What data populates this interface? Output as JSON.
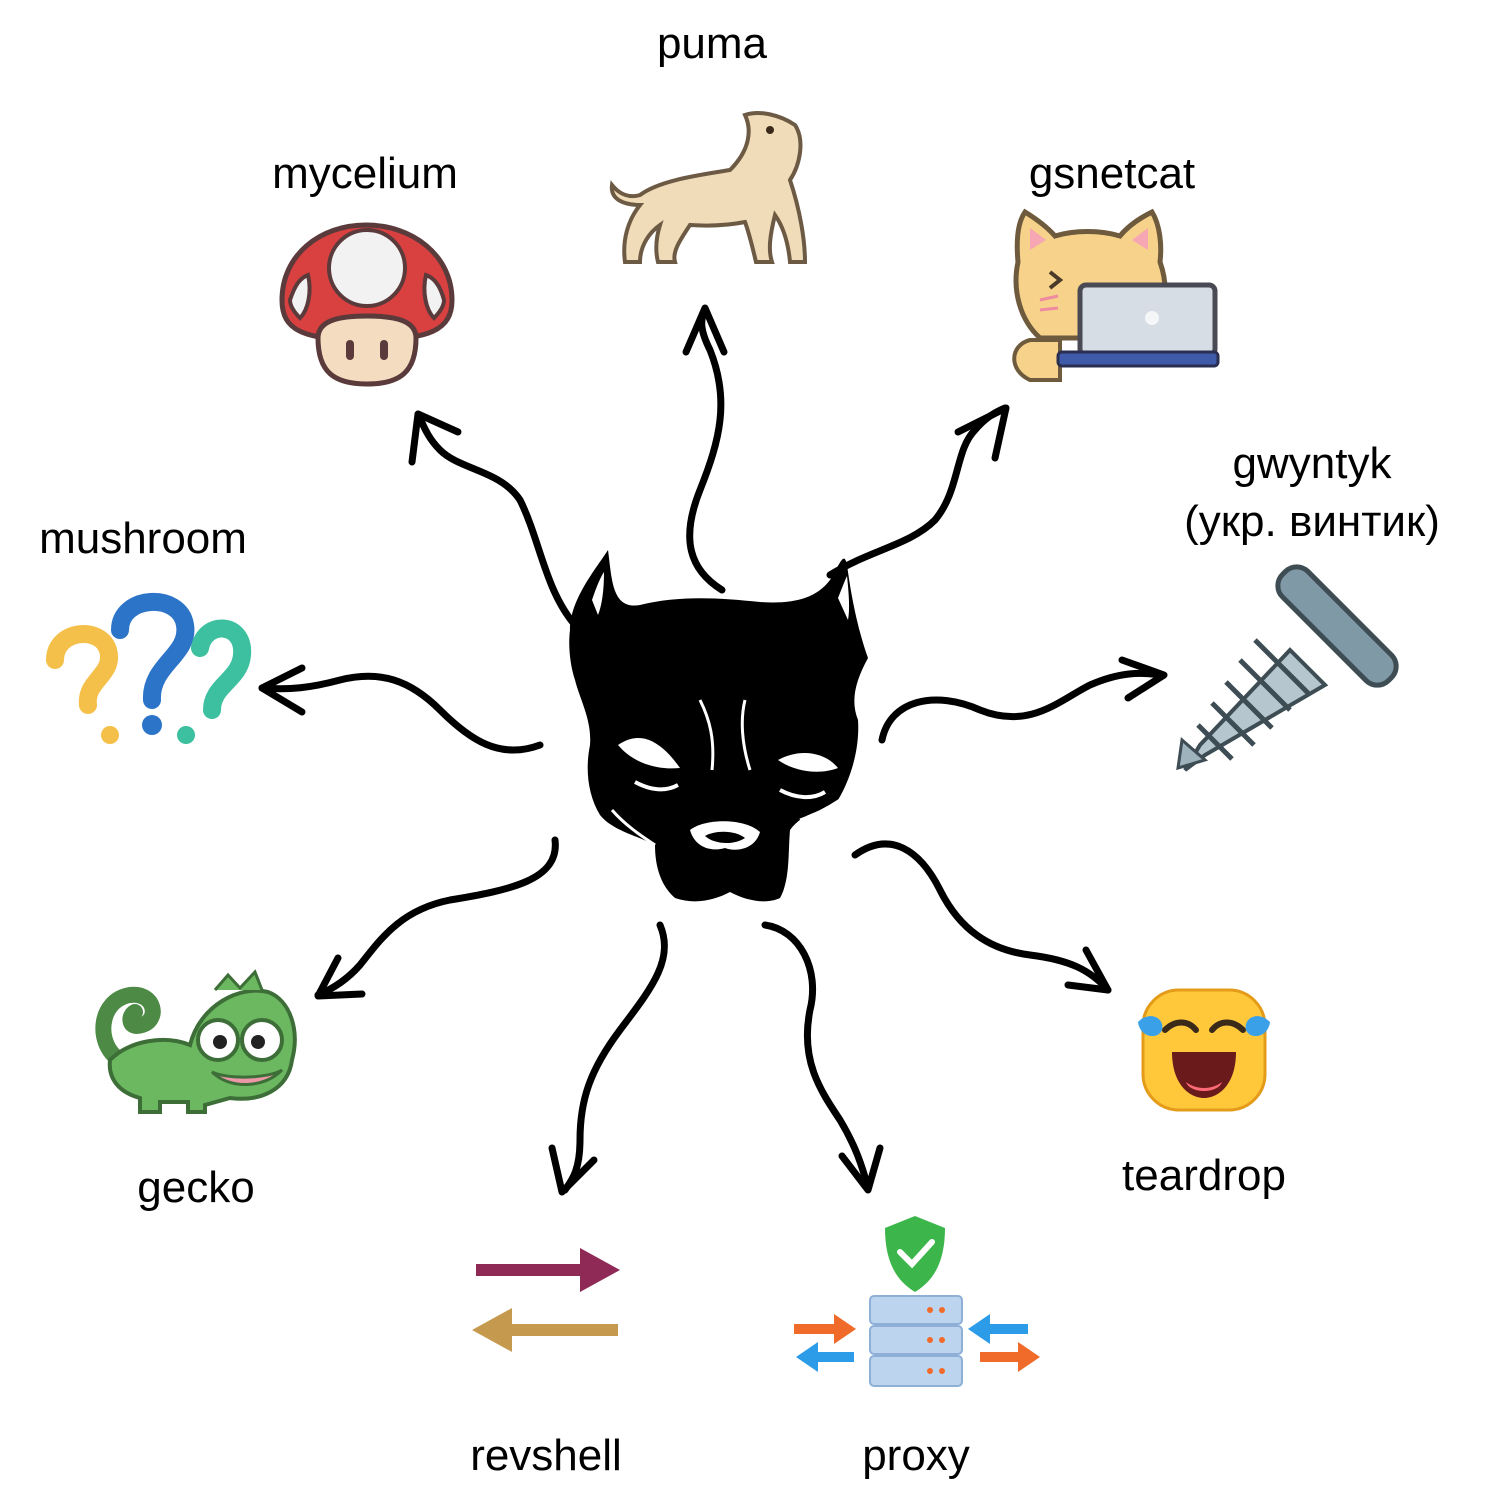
{
  "center": {
    "icon": "pitbull-dog-head-icon"
  },
  "nodes": [
    {
      "id": "puma",
      "label": "puma",
      "icon": "puma-icon"
    },
    {
      "id": "mycelium",
      "label": "mycelium",
      "icon": "mushroom-icon"
    },
    {
      "id": "gsnetcat",
      "label": "gsnetcat",
      "icon": "cat-laptop-icon"
    },
    {
      "id": "gwyntyk",
      "label": "gwyntyk",
      "label_line2": "(укр. винтик)",
      "icon": "screw-icon"
    },
    {
      "id": "mushroom",
      "label": "mushroom",
      "icon": "question-marks-icon"
    },
    {
      "id": "gecko",
      "label": "gecko",
      "icon": "gecko-icon"
    },
    {
      "id": "teardrop",
      "label": "teardrop",
      "icon": "laughing-tears-emoji-icon"
    },
    {
      "id": "revshell",
      "label": "revshell",
      "icon": "exchange-arrows-icon"
    },
    {
      "id": "proxy",
      "label": "proxy",
      "icon": "proxy-server-icon"
    }
  ],
  "colors": {
    "arrow": "#000000",
    "mushroom_red": "#d94040",
    "puma_tan": "#f0dcb8",
    "cat_yellow": "#f6d28a",
    "screw_grey": "#9fb3bd",
    "gecko_green": "#6cb860",
    "emoji_yellow": "#ffc83a",
    "revshell_top": "#8e2a55",
    "revshell_bottom": "#c59a4e",
    "proxy_green": "#3cb64a",
    "proxy_blue": "#bcd4ee",
    "proxy_orange": "#f06a2a"
  }
}
